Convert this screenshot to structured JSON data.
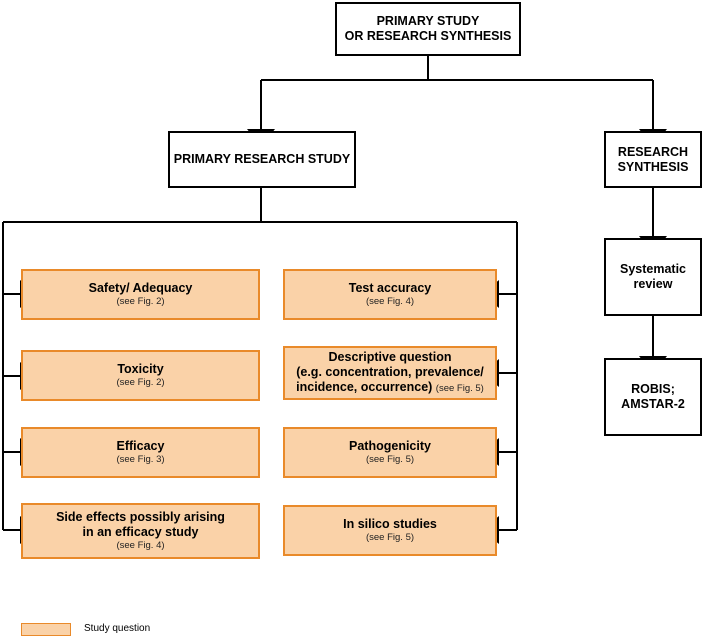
{
  "nodes": {
    "top": {
      "title_lines": [
        "PRIMARY STUDY",
        "OR RESEARCH SYNTHESIS"
      ]
    },
    "primary": {
      "title": "PRIMARY RESEARCH STUDY"
    },
    "synthesis": {
      "title_lines": [
        "RESEARCH",
        "SYNTHESIS"
      ]
    },
    "systematic": {
      "title_lines": [
        "Systematic",
        "review"
      ]
    },
    "robis": {
      "title_lines": [
        "ROBIS;",
        "AMSTAR-2"
      ]
    },
    "safety": {
      "title": "Safety/ Adequacy",
      "ref": "(see Fig. 2)"
    },
    "toxicity": {
      "title": "Toxicity",
      "ref": "(see Fig. 2)"
    },
    "efficacy": {
      "title": "Efficacy",
      "ref": "(see Fig. 3)"
    },
    "side_effects": {
      "title_lines": [
        "Side effects possibly arising",
        "in an efficacy study"
      ],
      "ref": "(see Fig. 4)"
    },
    "test_accuracy": {
      "title": "Test accuracy",
      "ref": "(see Fig. 4)"
    },
    "descriptive": {
      "title_lines": [
        "Descriptive question",
        "(e.g. concentration, prevalence/",
        "incidence, occurrence)"
      ],
      "ref": "(see Fig. 5)"
    },
    "pathogenicity": {
      "title": "Pathogenicity",
      "ref": "(see Fig. 5)"
    },
    "in_silico": {
      "title": "In silico studies",
      "ref": "(see Fig. 5)"
    }
  },
  "legend": {
    "label": "Study question",
    "swatch_color": "#fad2a8",
    "swatch_border": "#e98a2a"
  },
  "colors": {
    "study_fill": "#fad2a8",
    "study_border": "#e98a2a",
    "line": "#000000"
  }
}
